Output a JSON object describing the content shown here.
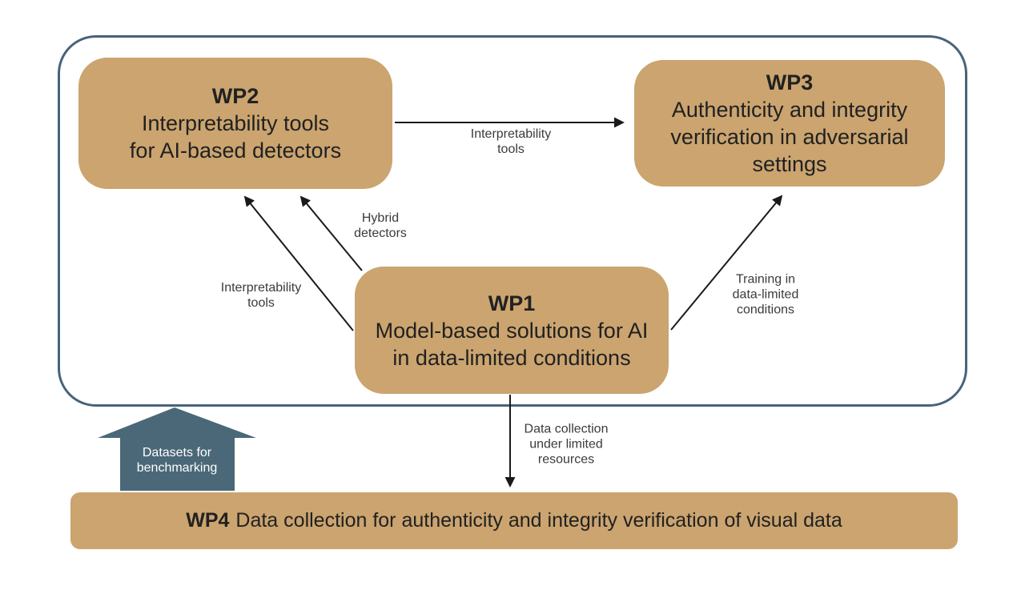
{
  "colors": {
    "node_fill": "#CBA46F",
    "container_border": "#47637A",
    "block_arrow_fill": "#4A6878",
    "arrow_stroke": "#1A1A1A",
    "node_text": "#212121",
    "edge_label_text": "#3B3B3B",
    "block_arrow_text": "#FFFFFF"
  },
  "nodes": {
    "wp2": {
      "title": "WP2",
      "lines": [
        "Interpretability tools",
        "for AI-based detectors"
      ]
    },
    "wp3": {
      "title": "WP3",
      "lines": [
        "Authenticity and integrity",
        "verification in adversarial",
        "settings"
      ]
    },
    "wp1": {
      "title": "WP1",
      "lines": [
        "Model-based solutions for AI",
        "in data-limited conditions"
      ]
    },
    "wp4": {
      "title": "WP4",
      "text": "Data collection for authenticity and integrity verification of visual data"
    }
  },
  "edges": {
    "wp2_to_wp3": {
      "label_lines": [
        "Interpretability",
        "tools"
      ]
    },
    "wp1_to_wp2_hybrid": {
      "label_lines": [
        "Hybrid",
        "detectors"
      ]
    },
    "wp1_to_wp2_interp": {
      "label_lines": [
        "Interpretability",
        "tools"
      ]
    },
    "wp1_to_wp3": {
      "label_lines": [
        "Training in",
        "data-limited",
        "conditions"
      ]
    },
    "wp1_to_wp4": {
      "label_lines": [
        "Data collection",
        "under limited",
        "resources"
      ]
    },
    "wp4_to_container": {
      "label_lines": [
        "Datasets for",
        "benchmarking"
      ]
    }
  }
}
